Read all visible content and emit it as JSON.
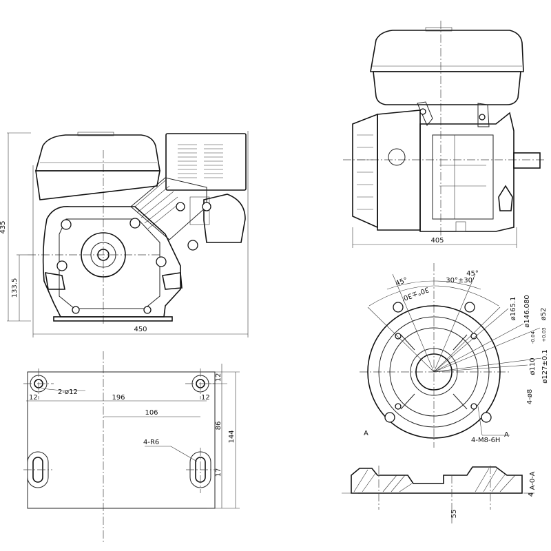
{
  "front_view": {
    "width_dim": "450",
    "height_dim": "435",
    "shaft_height_dim": "133.5"
  },
  "side_view": {
    "depth_dim": "405"
  },
  "base_plan": {
    "hole_callout": "2-ø12",
    "slot_callout": "4-R6",
    "span_dim": "196",
    "offset_dim": "106",
    "edge_left_dim": "12",
    "edge_right_dim": "12",
    "top_edge_dim": "12",
    "slot_spacing_dim": "86",
    "depth_dim": "144",
    "slot_length_dim": "17"
  },
  "flange_view": {
    "angle_left": "45°",
    "angle_right": "45°",
    "angle_center": "30°±30'",
    "angle_center_left": "30°±30'",
    "dia_165": "ø165.1",
    "dia_146": "ø146.080",
    "dia_146_tol": "-0.04",
    "dia_52": "ø52",
    "dia_52_tol": "+0.03",
    "dia_127": "ø127±0.1",
    "dia_110": "ø110",
    "holes_callout": "4-ø8",
    "thread_callout": "4-M8-6H",
    "section_mark_left": "A",
    "section_mark_right": "A"
  },
  "section_view": {
    "datum_note": "A-0-A",
    "thickness_dim": "4",
    "boss_dim": "55"
  }
}
